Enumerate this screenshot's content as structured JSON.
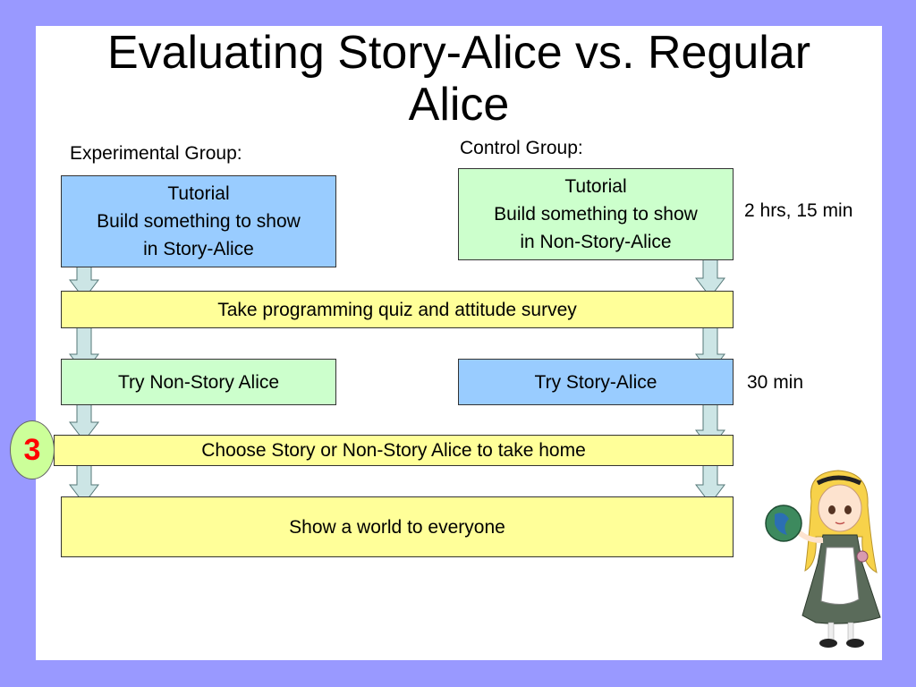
{
  "title": "Evaluating Story-Alice vs. Regular\nAlice",
  "groups": {
    "experimental_label": "Experimental Group:",
    "control_label": "Control Group:"
  },
  "boxes": {
    "exp_tutorial": "Tutorial\nBuild something to show\nin Story-Alice",
    "ctrl_tutorial": "Tutorial\nBuild something to show\nin Non-Story-Alice",
    "quiz": "Take programming quiz and attitude survey",
    "exp_try": "Try Non-Story Alice",
    "ctrl_try": "Try Story-Alice",
    "choose": "Choose Story or Non-Story Alice to take home",
    "show": "Show a world to everyone"
  },
  "durations": {
    "tutorial_time": "2 hrs, 15 min",
    "try_time": "30 min"
  },
  "slide_number": "3",
  "colors": {
    "background": "#9999ff",
    "experimental_box": "#99ccff",
    "control_box": "#ccffcc",
    "shared_box": "#ffff99",
    "arrow_fill": "#cce5e5",
    "badge_fill": "#ccff99",
    "badge_text": "#ff0000"
  },
  "illustration": "alice-character-holding-globe"
}
